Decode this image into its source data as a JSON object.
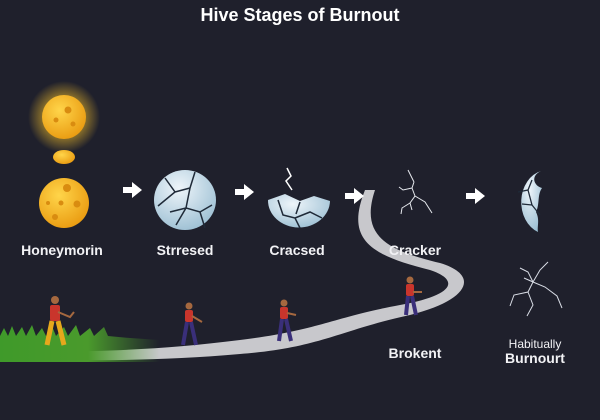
{
  "title": "Hive Stages of Burnout",
  "stages": [
    {
      "label": "Honeymorin",
      "icon": "golden-sphere-icon"
    },
    {
      "label": "Strresed",
      "icon": "cracked-sphere-icon"
    },
    {
      "label": "Cracsed",
      "icon": "broken-sphere-icon"
    },
    {
      "label": "Cracker",
      "icon": "crack-lines-icon"
    },
    {
      "label": "Brokent",
      "icon": "half-sphere-icon"
    },
    {
      "label_line1": "Habitually",
      "label_line2": "Burnourt",
      "icon": "shattered-lines-icon"
    }
  ],
  "colors": {
    "background": "#1f202c",
    "gold": "#f5b21f",
    "ice": "#c9dde8",
    "road": "#c8c8cc",
    "grass": "#4a9a2c",
    "shirt": "#c9352c",
    "pants": "#3a2f7a"
  }
}
